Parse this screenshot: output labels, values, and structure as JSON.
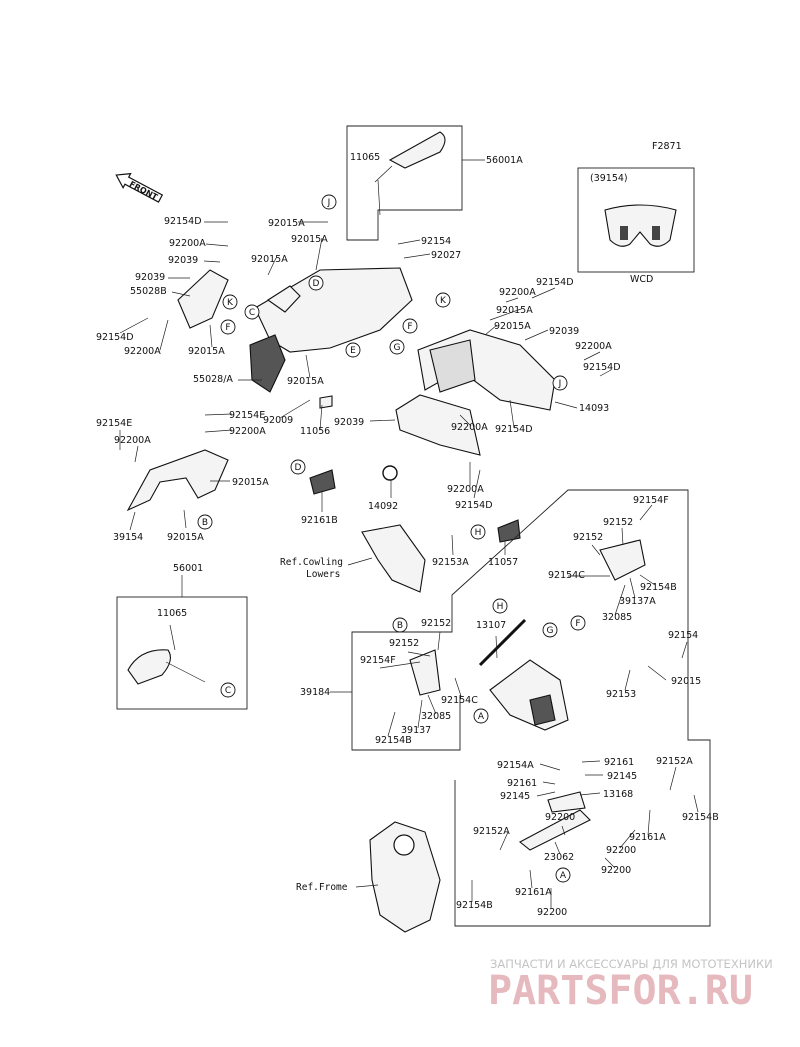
{
  "figure_code": "F2871",
  "front_label": "FRONT",
  "wcd_box": {
    "code": "(39154)",
    "note": "WCD"
  },
  "mirror_kit_right": {
    "kit": "56001A",
    "part": "11065"
  },
  "mirror_kit_left": {
    "kit": "56001",
    "part": "11065"
  },
  "refs": {
    "cowling": "Ref.Cowling\nLowers",
    "cowling_l1": "Ref.Cowling",
    "cowling_l2": "Lowers",
    "frame": "Ref.Frome"
  },
  "bracket_assembly": "39184",
  "callouts": [
    "A",
    "B",
    "C",
    "D",
    "E",
    "F",
    "G",
    "H",
    "J",
    "K"
  ],
  "part_labels": [
    "92154D",
    "92200A",
    "92039",
    "92039",
    "55028B",
    "92154D",
    "92200A",
    "92015A",
    "92015A",
    "92015A",
    "92015A",
    "55028/A",
    "92015A",
    "92154",
    "92027",
    "92154D",
    "92200A",
    "92015A",
    "92039",
    "92200A",
    "92154D",
    "14093",
    "92015A",
    "92009",
    "11056",
    "92039",
    "92200A",
    "92154D",
    "92154E",
    "92200A",
    "92154E",
    "92200A",
    "92015A",
    "39154",
    "92015A",
    "92161B",
    "14092",
    "92200A",
    "92154D",
    "92153A",
    "11057",
    "92154F",
    "92152",
    "92152",
    "92154C",
    "92154B",
    "39137A",
    "32085",
    "92154",
    "92015",
    "92153",
    "13107",
    "92152",
    "92152",
    "92154F",
    "92154C",
    "39137",
    "32085",
    "92154B",
    "92154A",
    "92161",
    "92161",
    "92145",
    "92145",
    "13168",
    "92152A",
    "92154B",
    "92161A",
    "92200",
    "92152A",
    "23062",
    "92200",
    "92200",
    "92161A",
    "92154B",
    "92200"
  ],
  "watermark": {
    "top": "ЗАПЧАСТИ И АКСЕССУАРЫ ДЛЯ МОТОТЕХНИКИ",
    "brand": "PARTSFOR.RU"
  }
}
